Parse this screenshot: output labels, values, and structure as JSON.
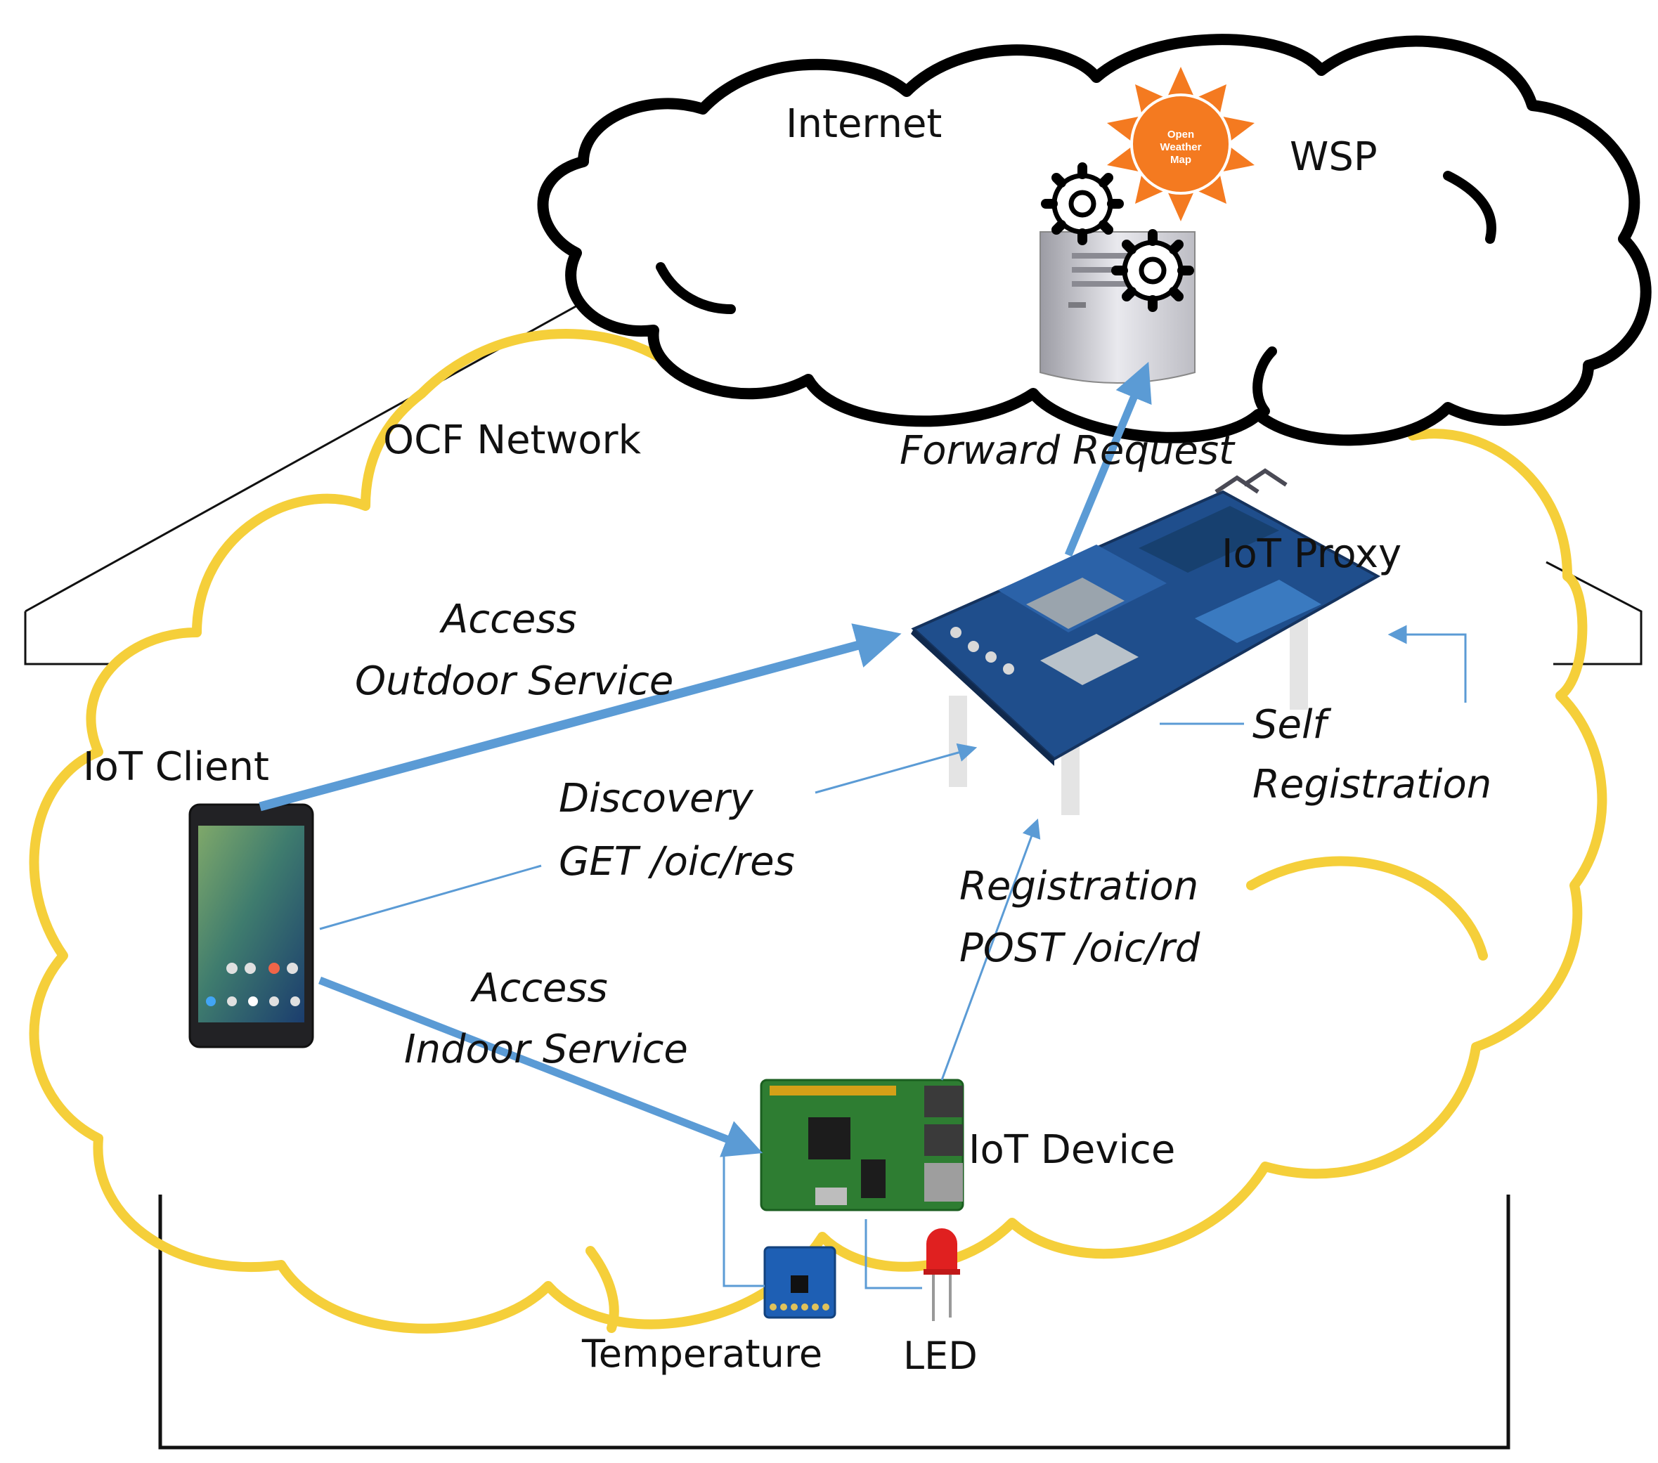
{
  "labels": {
    "internet": "Internet",
    "wsp": "WSP",
    "ocf_network": "OCF Network",
    "forward_request": "Forward Request",
    "iot_proxy": "IoT Proxy",
    "access_outdoor_1": "Access",
    "access_outdoor_2": "Outdoor Service",
    "iot_client": "IoT Client",
    "discovery_1": "Discovery",
    "discovery_2": "GET /oic/res",
    "self_1": "Self",
    "self_2": "Registration",
    "registration_1": "Registration",
    "registration_2": "POST /oic/rd",
    "access_indoor_1": "Access",
    "access_indoor_2": "Indoor Service",
    "iot_device": "IoT Device",
    "temperature": "Temperature",
    "led": "LED"
  },
  "logo": {
    "line1": "Open",
    "line2": "Weather",
    "line3": "Map"
  },
  "colors": {
    "ocf_cloud": "#f5cf3a",
    "internet_cloud": "#000000",
    "arrow": "#5b9bd5",
    "sun": "#f47a20",
    "board": "#1f4e8c",
    "pi_board": "#2e7d32"
  }
}
